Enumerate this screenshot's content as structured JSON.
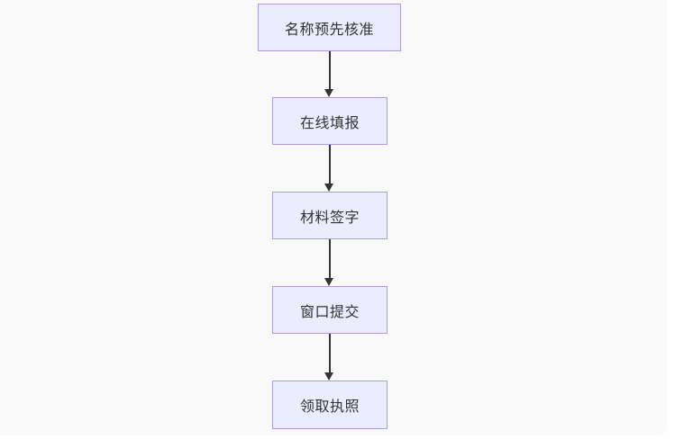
{
  "page": {
    "background": "#ffffff",
    "panel_background": "#f9f9f9"
  },
  "flowchart": {
    "type": "flowchart",
    "direction": "top-down",
    "node_fill": "#ececff",
    "node_border": "#ab9ce0",
    "text_color": "#333333",
    "arrow_color": "#333333",
    "nodes": [
      {
        "id": "step-1",
        "label": "名称预先核准"
      },
      {
        "id": "step-2",
        "label": "在线填报"
      },
      {
        "id": "step-3",
        "label": "材料签字"
      },
      {
        "id": "step-4",
        "label": "窗口提交"
      },
      {
        "id": "step-5",
        "label": "领取执照"
      }
    ],
    "edges": [
      {
        "from": "step-1",
        "to": "step-2"
      },
      {
        "from": "step-2",
        "to": "step-3"
      },
      {
        "from": "step-3",
        "to": "step-4"
      },
      {
        "from": "step-4",
        "to": "step-5"
      }
    ]
  }
}
